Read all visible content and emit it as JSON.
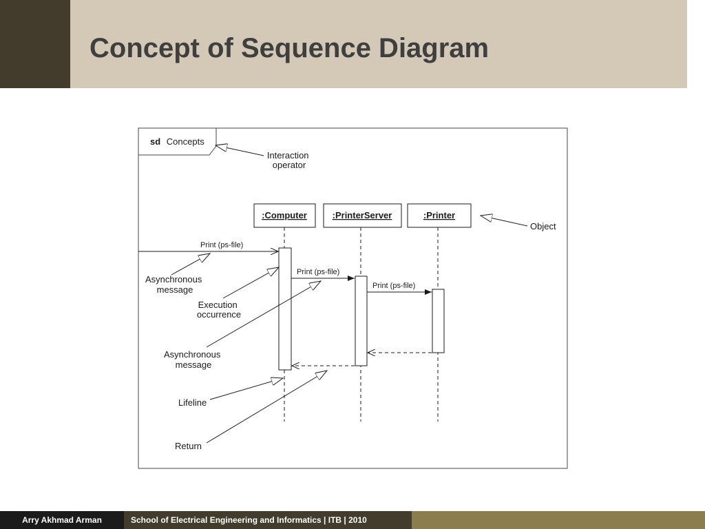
{
  "slide": {
    "title": "Concept of Sequence Diagram"
  },
  "frame": {
    "keyword": "sd",
    "name": "Concepts"
  },
  "objects": [
    {
      "label": ":Computer"
    },
    {
      "label": ":PrinterServer"
    },
    {
      "label": ":Printer"
    }
  ],
  "messages": [
    {
      "label": "Print (ps-file)"
    },
    {
      "label": "Print (ps-file)"
    },
    {
      "label": "Print (ps-file)"
    }
  ],
  "annotations": {
    "interaction_operator": [
      "Interaction",
      "operator"
    ],
    "object": "Object",
    "async_message_1": [
      "Asynchronous",
      "message"
    ],
    "execution_occurrence": [
      "Execution",
      "occurrence"
    ],
    "async_message_2": [
      "Asynchronous",
      "message"
    ],
    "lifeline": "Lifeline",
    "return": "Return"
  },
  "footer": {
    "author": "Arry Akhmad Arman",
    "institution": "School of Electrical Engineering and Informatics | ITB | 2010"
  },
  "colors": {
    "header_dark": "#433b2c",
    "header_band": "#d3c9b6",
    "footer_left": "#1b1b1b",
    "footer_mid": "#433b2c",
    "footer_right": "#8c7d4e"
  }
}
